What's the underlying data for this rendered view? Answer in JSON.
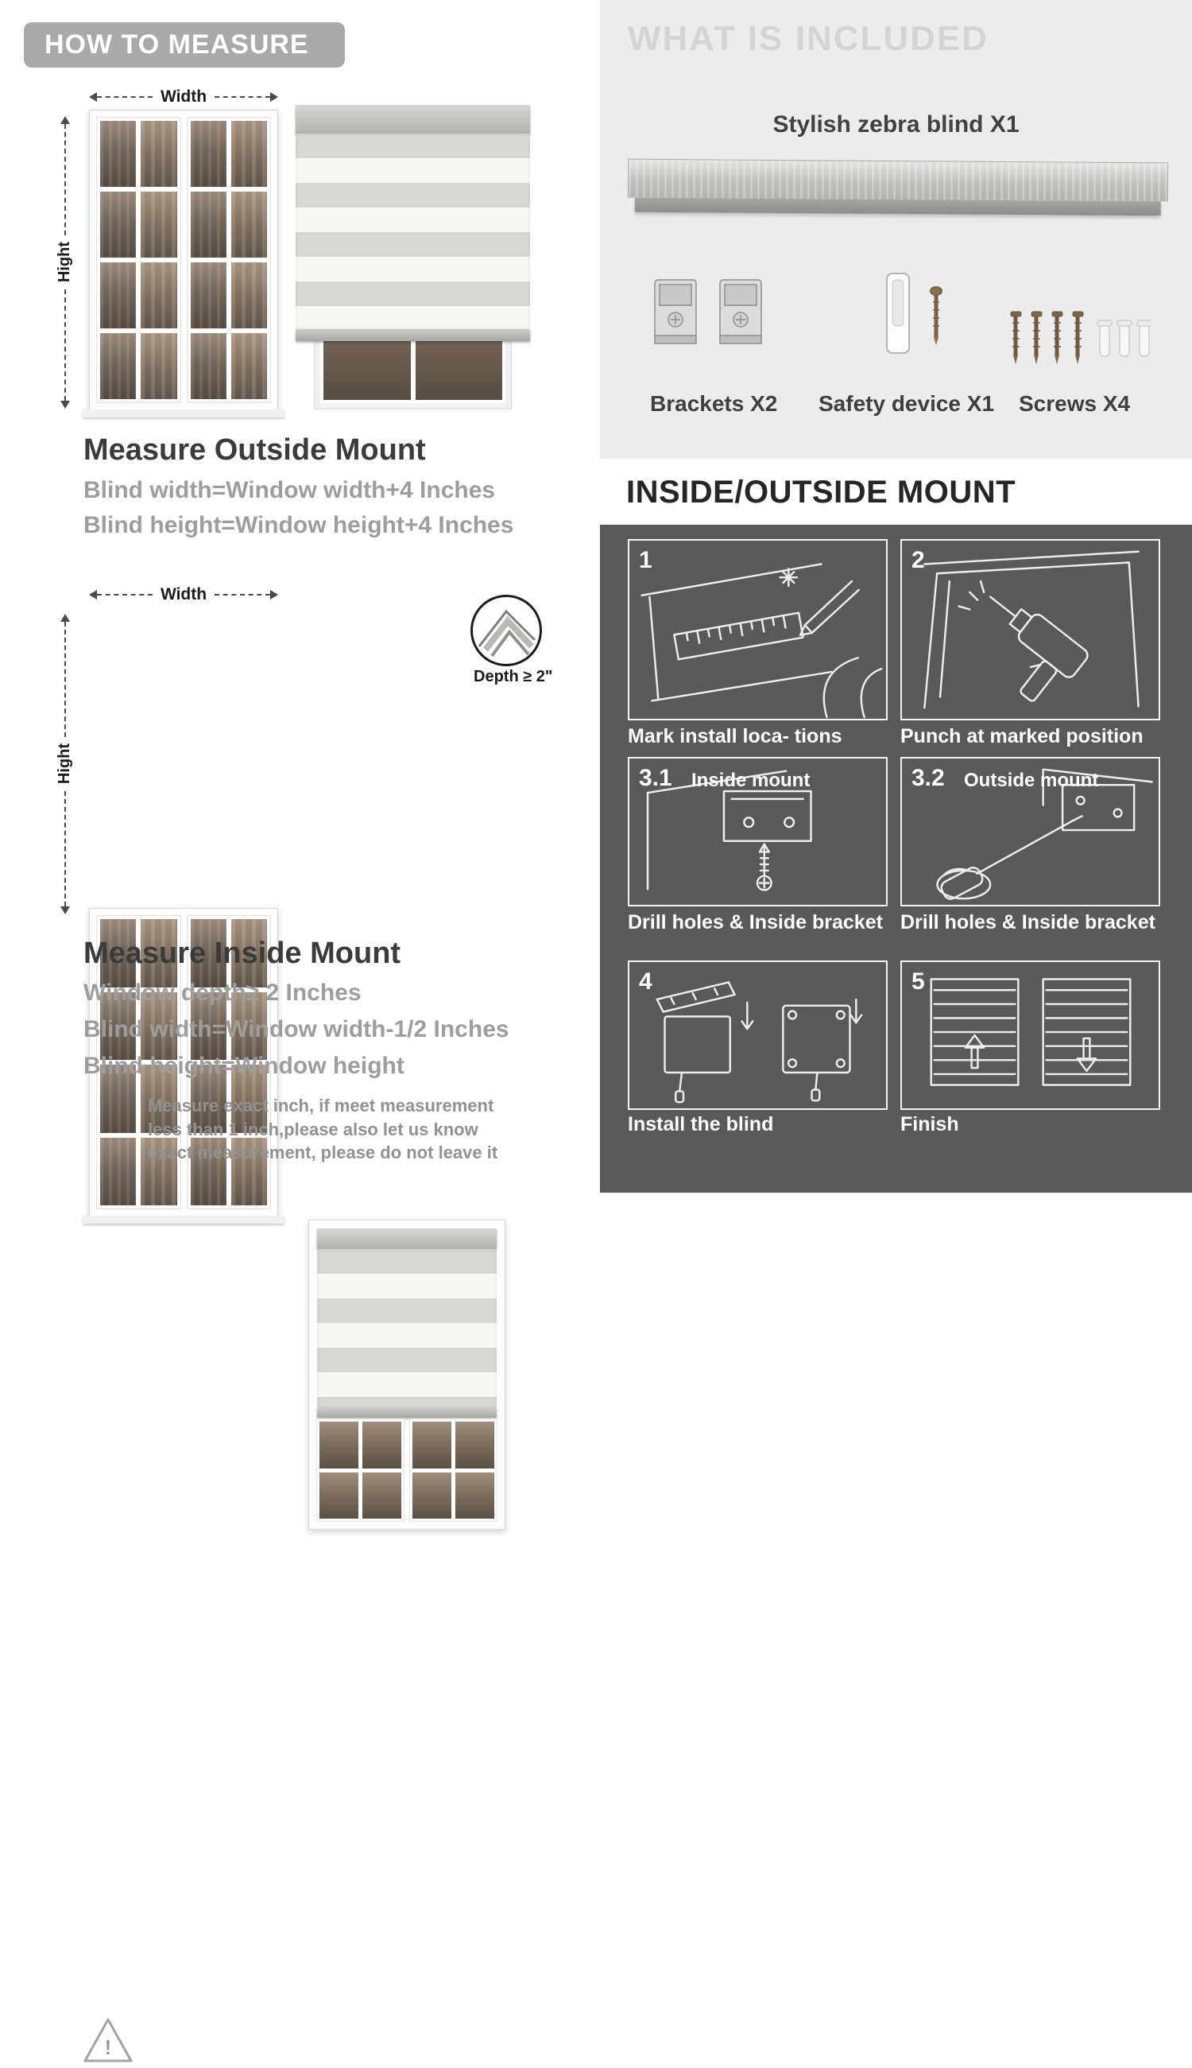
{
  "left": {
    "header": "HOW TO MEASURE",
    "outside": {
      "width_label": "Width",
      "height_label": "Hight",
      "title": "Measure Outside Mount",
      "line1": "Blind width=Window width+4 Inches",
      "line2": "Blind height=Window height+4 Inches"
    },
    "inside": {
      "width_label": "Width",
      "height_label": "Hight",
      "depth_label": "Depth ≥ 2\"",
      "title": "Measure Inside Mount",
      "line1": "Window depth≥ 2 Inches",
      "line2": "Blind width=Window width-1/2 Inches",
      "line3": "Blind height=Window height"
    },
    "warning": {
      "mark": "!",
      "text": "Measure exact inch, if meet measurement less than 1 inch,please also let us know exact measurement, please do not leave it"
    }
  },
  "right": {
    "included": {
      "header": "WHAT IS INCLUDED",
      "blind_label": "Stylish zebra blind X1",
      "items": [
        {
          "label": "Brackets X2"
        },
        {
          "label": "Safety device X1"
        },
        {
          "label": "Screws X4"
        }
      ]
    },
    "mount": {
      "header": "INSIDE/OUTSIDE MOUNT",
      "steps": [
        {
          "num": "1",
          "caption": "Mark install loca- tions"
        },
        {
          "num": "2",
          "caption": "Punch at  marked position"
        },
        {
          "num": "3.1",
          "inner_label": "Inside mount",
          "caption": "Drill holes &  Inside bracket"
        },
        {
          "num": "3.2",
          "inner_label": "Outside mount",
          "caption": "Drill holes &  Inside bracket"
        },
        {
          "num": "4",
          "caption": "Install the blind"
        },
        {
          "num": "5",
          "caption": "Finish"
        }
      ]
    }
  }
}
